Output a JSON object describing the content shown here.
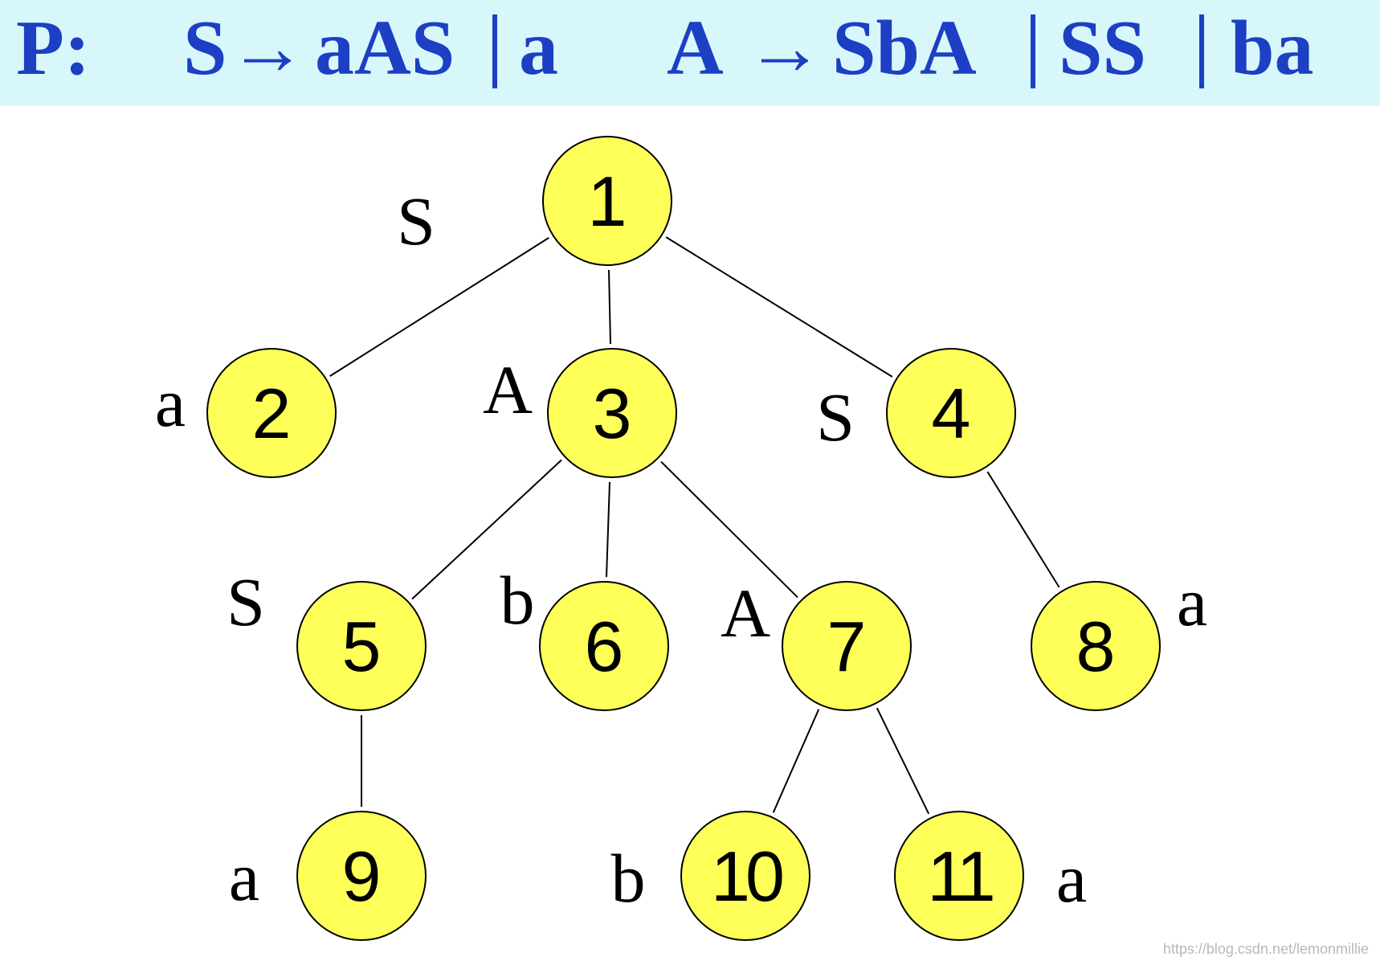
{
  "header": {
    "background": "#d7f7fb",
    "text_color": "#1c3fc4",
    "prefix": "P:",
    "rule1_lhs": "S",
    "rule1_alt1": "aAS",
    "rule1_alt2": "a",
    "rule2_lhs": "A",
    "rule2_alt1": "SbA",
    "rule2_alt2": "SS",
    "rule2_alt3": "ba",
    "arrow": "→"
  },
  "tree": {
    "node_fill": "#ffff5a",
    "nodes": [
      {
        "id": "1",
        "label": "S"
      },
      {
        "id": "2",
        "label": "a"
      },
      {
        "id": "3",
        "label": "A"
      },
      {
        "id": "4",
        "label": "S"
      },
      {
        "id": "5",
        "label": "S"
      },
      {
        "id": "6",
        "label": "b"
      },
      {
        "id": "7",
        "label": "A"
      },
      {
        "id": "8",
        "label": "a"
      },
      {
        "id": "9",
        "label": "a"
      },
      {
        "id": "10",
        "label": "b"
      },
      {
        "id": "11",
        "label": "a"
      }
    ],
    "edges": [
      [
        "1",
        "2"
      ],
      [
        "1",
        "3"
      ],
      [
        "1",
        "4"
      ],
      [
        "3",
        "5"
      ],
      [
        "3",
        "6"
      ],
      [
        "3",
        "7"
      ],
      [
        "4",
        "8"
      ],
      [
        "5",
        "9"
      ],
      [
        "7",
        "10"
      ],
      [
        "7",
        "11"
      ]
    ]
  },
  "watermark": "https://blog.csdn.net/lemonmillie"
}
